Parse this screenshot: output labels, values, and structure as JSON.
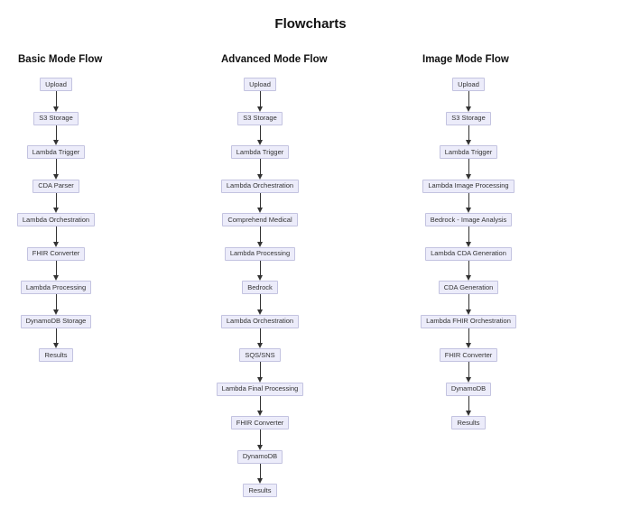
{
  "page": {
    "title": "Flowcharts"
  },
  "colors": {
    "node_fill": "#ececfa",
    "node_border": "#c3c3e0",
    "node_text": "#333333",
    "arrow": "#333333",
    "heading_text": "#111111",
    "background": "#ffffff"
  },
  "flows": [
    {
      "heading": "Basic Mode Flow",
      "nodes": [
        "Upload",
        "S3 Storage",
        "Lambda Trigger",
        "CDA Parser",
        "Lambda Orchestration",
        "FHIR Converter",
        "Lambda Processing",
        "DynamoDB Storage",
        "Results"
      ]
    },
    {
      "heading": "Advanced Mode Flow",
      "nodes": [
        "Upload",
        "S3 Storage",
        "Lambda Trigger",
        "Lambda Orchestration",
        "Comprehend Medical",
        "Lambda Processing",
        "Bedrock",
        "Lambda Orchestration",
        "SQS/SNS",
        "Lambda Final Processing",
        "FHIR Converter",
        "DynamoDB",
        "Results"
      ]
    },
    {
      "heading": "Image Mode Flow",
      "nodes": [
        "Upload",
        "S3 Storage",
        "Lambda Trigger",
        "Lambda Image Processing",
        "Bedrock - Image Analysis",
        "Lambda CDA Generation",
        "CDA Generation",
        "Lambda FHIR Orchestration",
        "FHIR Converter",
        "DynamoDB",
        "Results"
      ]
    }
  ]
}
